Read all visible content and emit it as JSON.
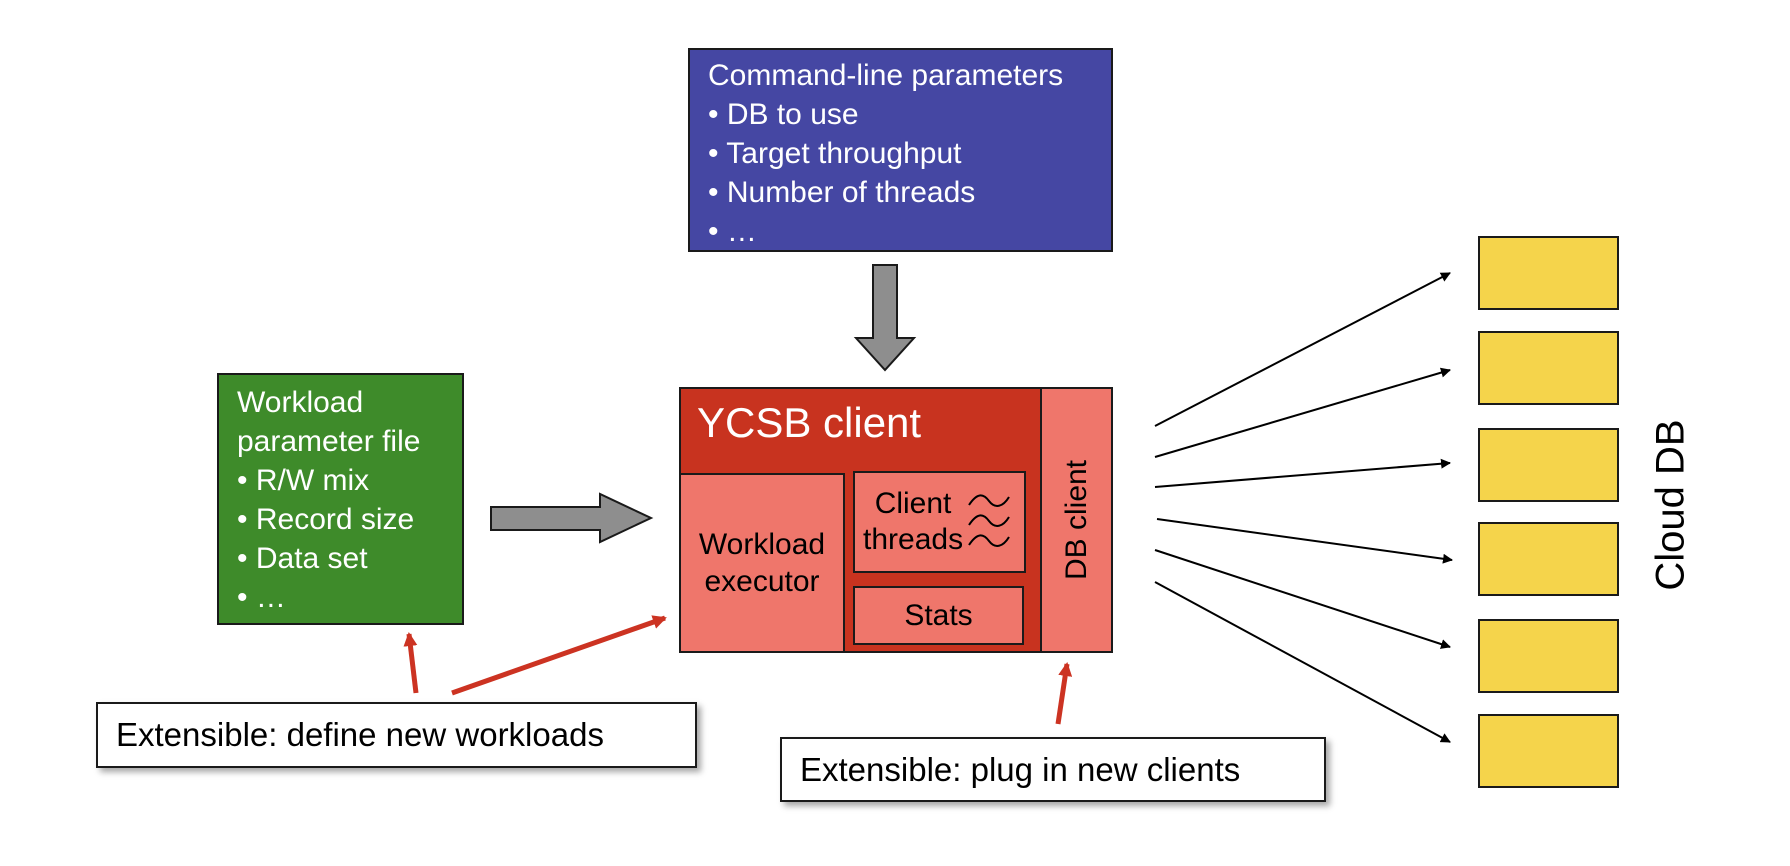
{
  "command_line": {
    "title": "Command-line parameters",
    "items": [
      "• DB to use",
      "• Target throughput",
      "• Number of threads",
      "• …"
    ],
    "color": "#4547a3"
  },
  "workload_file": {
    "title_line1": "Workload",
    "title_line2": "parameter file",
    "items": [
      "• R/W mix",
      "• Record size",
      "• Data set",
      "• …"
    ],
    "color": "#3e8b2a"
  },
  "ycsb_client": {
    "title": "YCSB client",
    "workload_executor_line1": "Workload",
    "workload_executor_line2": "executor",
    "client_threads_line1": "Client",
    "client_threads_line2": "threads",
    "stats": "Stats",
    "db_client": "DB client",
    "color": "#c8331f",
    "inner_color": "#ef766b"
  },
  "cloud_db": {
    "label": "Cloud DB",
    "node_count": 6,
    "color": "#f5d44b"
  },
  "callouts": {
    "workloads": "Extensible: define new workloads",
    "clients": "Extensible: plug in new clients",
    "arrow_color": "#cc3322"
  }
}
